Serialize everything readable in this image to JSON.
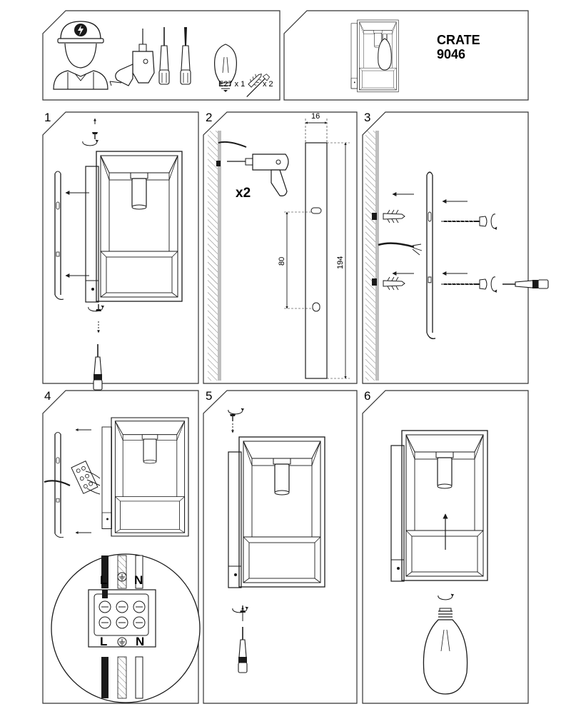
{
  "header": {
    "product_name": "CRATE",
    "product_code": "9046",
    "bulb_label": "E27 x 1",
    "plug_label": "x 2"
  },
  "steps": [
    {
      "number": "1"
    },
    {
      "number": "2",
      "multiplier": "x2",
      "dim_width": "16",
      "dim_spacing": "80",
      "dim_height": "194"
    },
    {
      "number": "3"
    },
    {
      "number": "4",
      "wire_live": "L",
      "wire_neutral": "N"
    },
    {
      "number": "5"
    },
    {
      "number": "6"
    }
  ],
  "icons": {
    "installer": "electrician-helmet-icon",
    "drill": "drill-icon",
    "screwdrivers": "screwdriver-icon",
    "bulb": "bulb-icon",
    "anchor": "wall-plug-icon",
    "earth": "ground-symbol-icon"
  },
  "colors": {
    "line": "#1a1a1a",
    "panel_border": "#333333",
    "wall_band": "#bfbfbf"
  }
}
